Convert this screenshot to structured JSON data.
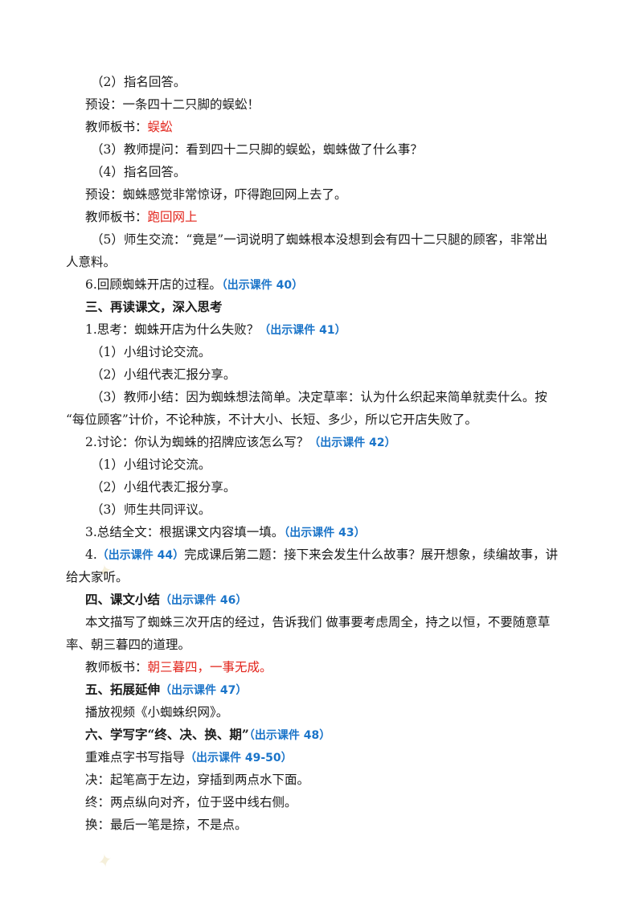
{
  "lines": [
    {
      "pre": "（2）指名回答。",
      "red": "",
      "blue": "",
      "post": ""
    },
    {
      "pre": "预设：一条四十二只脚的蜈蚣！",
      "red": "",
      "blue": "",
      "post": ""
    },
    {
      "pre": "教师板书：",
      "red": "蜈蚣",
      "blue": "",
      "post": ""
    },
    {
      "pre": "（3）教师提问：看到四十二只脚的蜈蚣，蜘蛛做了什么事？",
      "red": "",
      "blue": "",
      "post": ""
    },
    {
      "pre": "（4）指名回答。",
      "red": "",
      "blue": "",
      "post": ""
    },
    {
      "pre": "预设：蜘蛛感觉非常惊讶，吓得跑回网上去了。",
      "red": "",
      "blue": "",
      "post": ""
    },
    {
      "pre": "教师板书：",
      "red": "跑回网上",
      "blue": "",
      "post": ""
    },
    {
      "pre": "（5）师生交流：“竟是”一词说明了蜘蛛根本没想到会有四十二只腿的顾客，非常出",
      "red": "",
      "blue": "",
      "post": ""
    },
    {
      "pre": "人意料。",
      "red": "",
      "blue": "",
      "post": ""
    },
    {
      "pre": "6.回顾蜘蛛开店的过程。",
      "red": "",
      "blue": "（出示课件 40）",
      "post": ""
    },
    {
      "pre": "三、再读课文，深入思考",
      "red": "",
      "blue": "",
      "post": ""
    },
    {
      "pre": "1.思考：蜘蛛开店为什么失败？",
      "red": "",
      "blue": "（出示课件 41）",
      "post": ""
    },
    {
      "pre": "（1）小组讨论交流。",
      "red": "",
      "blue": "",
      "post": ""
    },
    {
      "pre": "（2）小组代表汇报分享。",
      "red": "",
      "blue": "",
      "post": ""
    },
    {
      "pre": "（3）教师小结：因为蜘蛛想法简单。决定草率：认为什么织起来简单就卖什么。按",
      "red": "",
      "blue": "",
      "post": ""
    },
    {
      "pre": "“每位顾客”计价，不论种族，不计大小、长短、多少，所以它开店失败了。",
      "red": "",
      "blue": "",
      "post": ""
    },
    {
      "pre": "2.讨论：你认为蜘蛛的招牌应该怎么写？",
      "red": "",
      "blue": "（出示课件 42）",
      "post": ""
    },
    {
      "pre": "（1）小组讨论交流。",
      "red": "",
      "blue": "",
      "post": ""
    },
    {
      "pre": "（2）小组代表汇报分享。",
      "red": "",
      "blue": "",
      "post": ""
    },
    {
      "pre": "（3）师生共同评议。",
      "red": "",
      "blue": "",
      "post": ""
    },
    {
      "pre": "3.总结全文：根据课文内容填一填。",
      "red": "",
      "blue": "（出示课件 43）",
      "post": ""
    },
    {
      "pre": "4.",
      "red": "",
      "blue": "（出示课件 44）",
      "post": "完成课后第二题：接下来会发生什么故事？展开想象，续编故事，讲"
    },
    {
      "pre": "给大家听。",
      "red": "",
      "blue": "",
      "post": ""
    },
    {
      "pre": "四、课文小结",
      "red": "",
      "blue": "（出示课件 46）",
      "post": ""
    },
    {
      "pre": "本文描写了蜘蛛三次开店的经过，告诉我们 做事要考虑周全，持之以恒，不要随意草",
      "red": "",
      "blue": "",
      "post": ""
    },
    {
      "pre": "率、朝三暮四的道理。",
      "red": "",
      "blue": "",
      "post": ""
    },
    {
      "pre": "教师板书：",
      "red": "朝三暮四，一事无成。",
      "blue": "",
      "post": ""
    },
    {
      "pre": "五、拓展延伸",
      "red": "",
      "blue": "（出示课件 47）",
      "post": ""
    },
    {
      "pre": "播放视频《小蜘蛛织网》。",
      "red": "",
      "blue": "",
      "post": ""
    },
    {
      "pre": "六、学写字“终、决、换、期”",
      "red": "",
      "blue": "（出示课件 48）",
      "post": ""
    },
    {
      "pre": "重难点字书写指导",
      "red": "",
      "blue": "（出示课件 49-50）",
      "post": ""
    },
    {
      "pre": "决：起笔高于左边，穿插到两点水下面。",
      "red": "",
      "blue": "",
      "post": ""
    },
    {
      "pre": "终：两点纵向对齐，位于竖中线右侧。",
      "red": "",
      "blue": "",
      "post": ""
    },
    {
      "pre": "换：最后一笔是捺，不是点。",
      "red": "",
      "blue": "",
      "post": ""
    }
  ]
}
